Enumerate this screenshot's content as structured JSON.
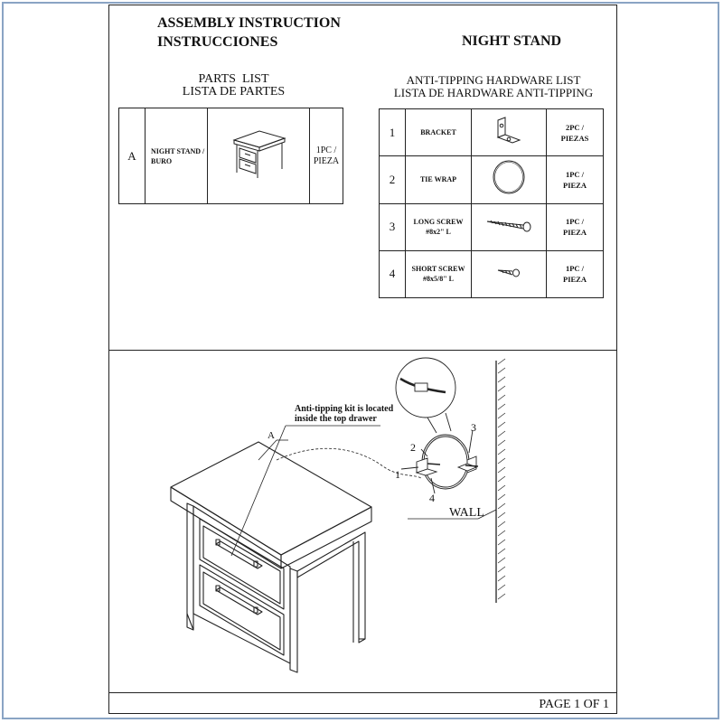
{
  "header": {
    "title_en": "ASSEMBLY INSTRUCTION",
    "title_es": "INSTRUCCIONES",
    "product": "NIGHT STAND"
  },
  "parts_list": {
    "title_en": "PARTS  LIST",
    "title_es": "LISTA DE PARTES",
    "rows": [
      {
        "id": "A",
        "name_en": "NIGHT STAND /",
        "name_es": "BURO",
        "qty_1": "1PC /",
        "qty_2": "PIEZA"
      }
    ]
  },
  "hardware_list": {
    "title_en": "ANTI-TIPPING HARDWARE LIST",
    "title_es": "LISTA DE HARDWARE ANTI-TIPPING",
    "rows": [
      {
        "id": "1",
        "name_1": "BRACKET",
        "name_2": "",
        "qty_1": "2PC /",
        "qty_2": "PIEZAS",
        "icon": "bracket-icon"
      },
      {
        "id": "2",
        "name_1": "TIE WRAP",
        "name_2": "",
        "qty_1": "1PC /",
        "qty_2": "PIEZA",
        "icon": "tie-wrap-icon"
      },
      {
        "id": "3",
        "name_1": "LONG SCREW",
        "name_2": "#8x2\" L",
        "qty_1": "1PC /",
        "qty_2": "PIEZA",
        "icon": "long-screw-icon"
      },
      {
        "id": "4",
        "name_1": "SHORT SCREW",
        "name_2": "#8x5/8\" L",
        "qty_1": "1PC /",
        "qty_2": "PIEZA",
        "icon": "short-screw-icon"
      }
    ]
  },
  "diagram": {
    "note_1": "Anti-tipping kit is located",
    "note_2": "inside the top  drawer",
    "label_a": "A",
    "callout_1": "1",
    "callout_2": "2",
    "callout_3": "3",
    "callout_4": "4",
    "wall_label": "WALL"
  },
  "footer": {
    "page": "PAGE 1 OF 1"
  }
}
